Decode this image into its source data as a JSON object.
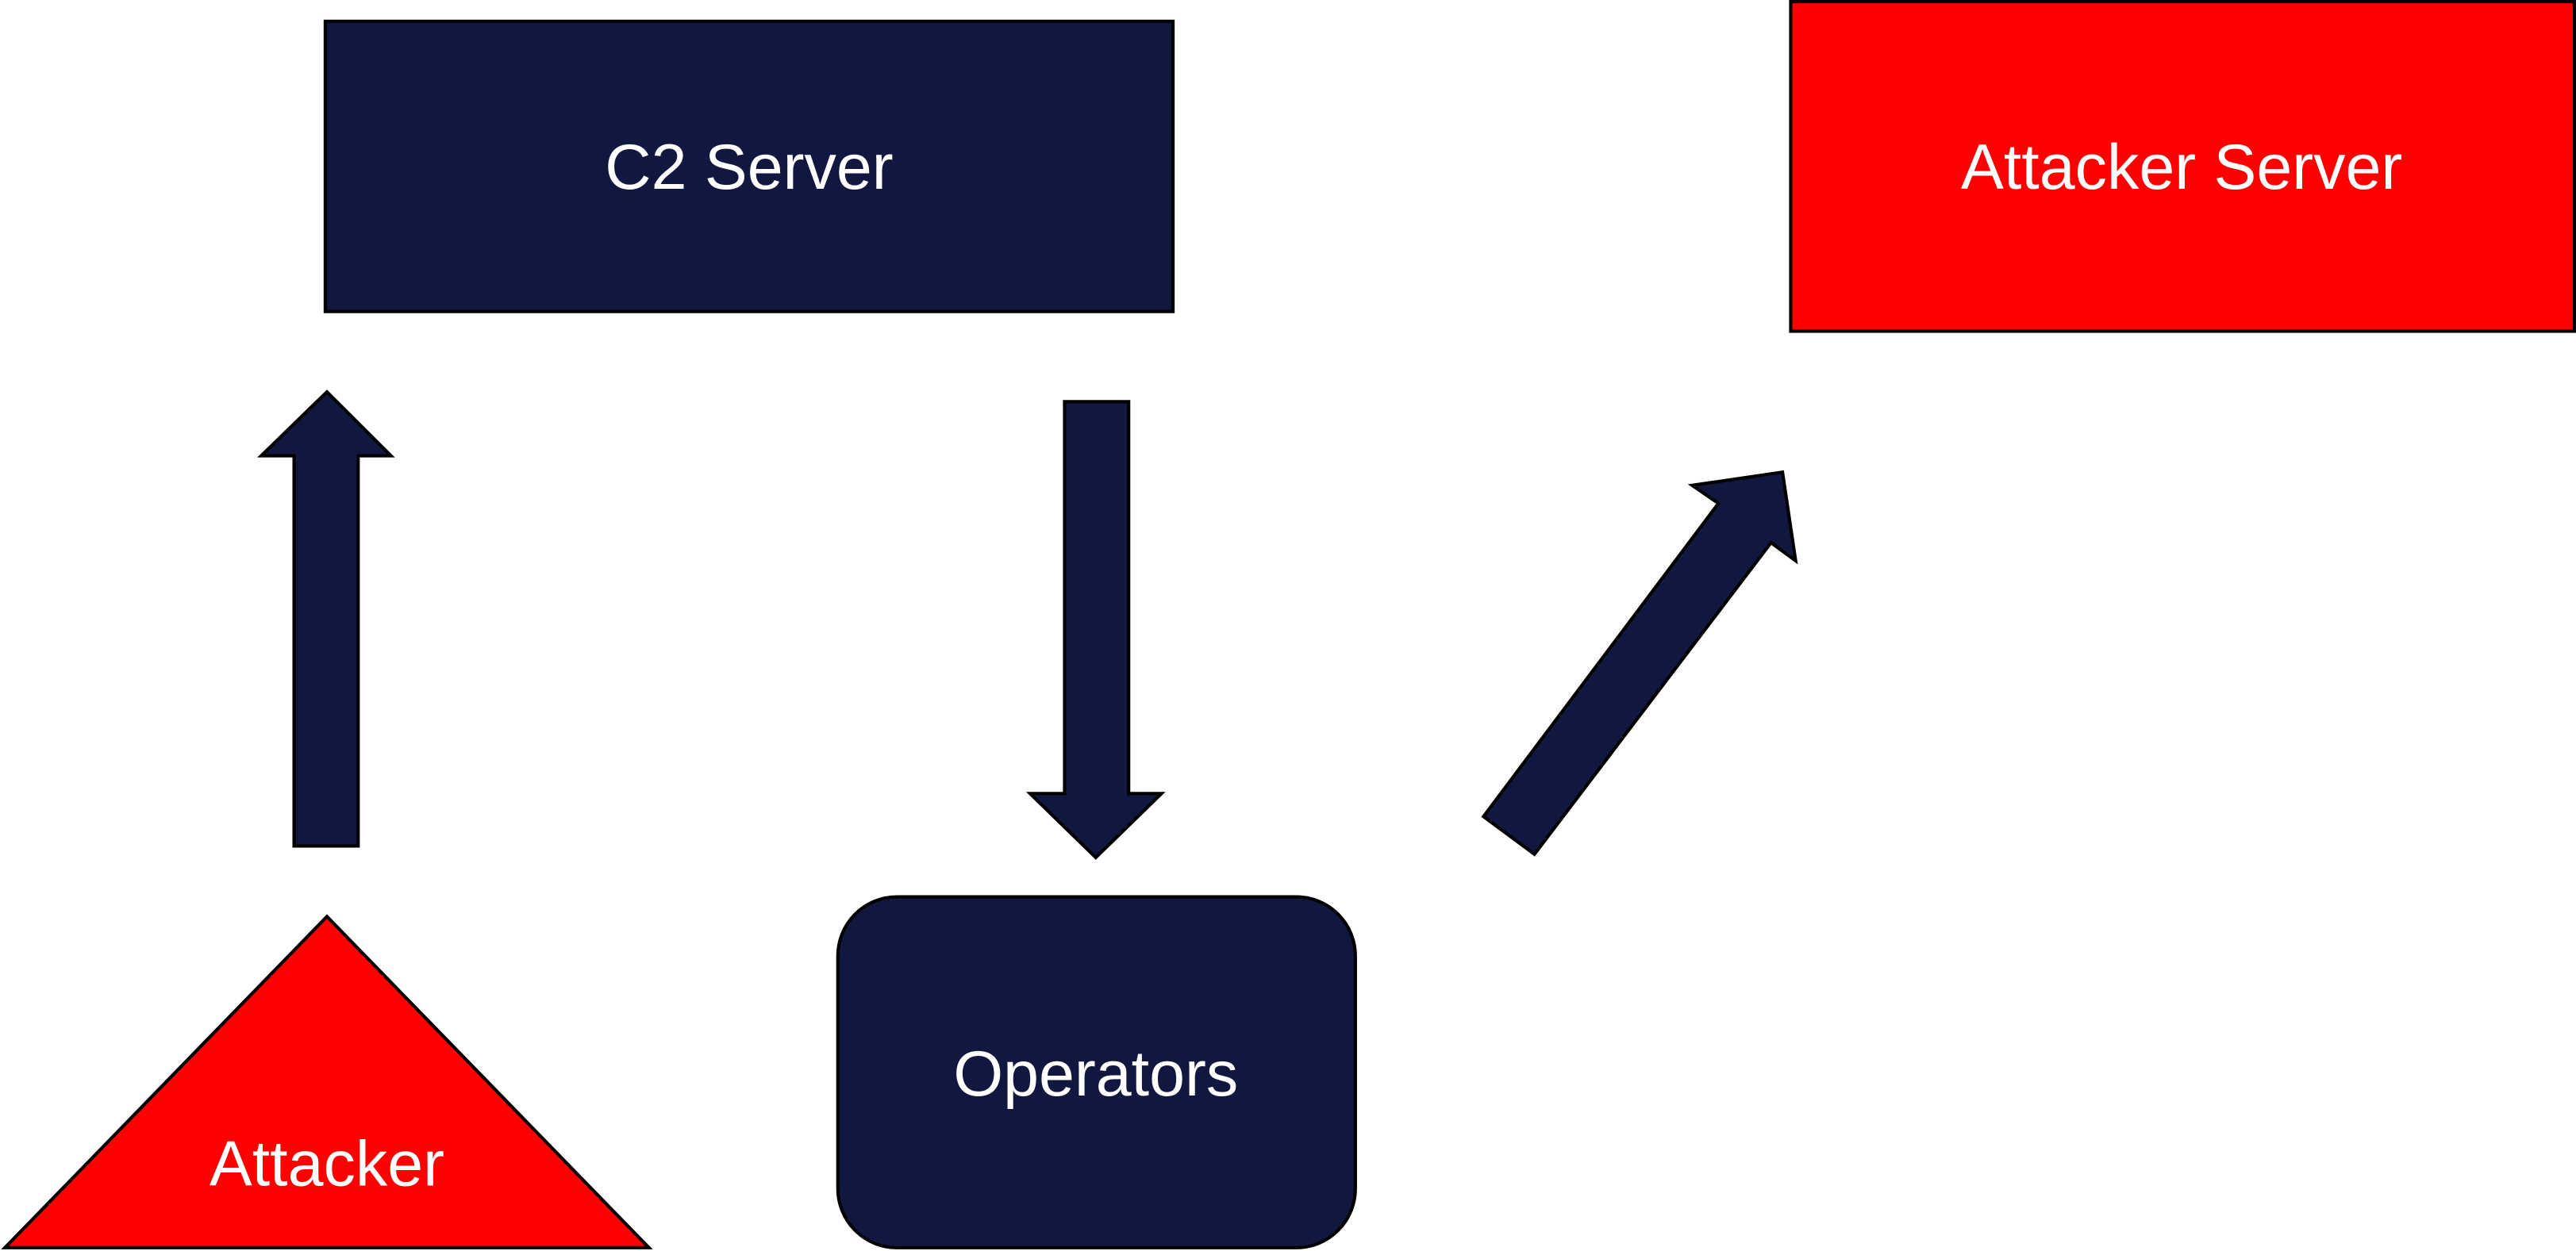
{
  "colors": {
    "navy": "#101840",
    "red": "#ff0000",
    "outline": "#000000",
    "label": "#ffffff",
    "background": "#ffffff"
  },
  "nodes": {
    "c2_server": {
      "label": "C2 Server",
      "shape": "rectangle"
    },
    "attacker_server": {
      "label": "Attacker Server",
      "shape": "rectangle"
    },
    "operators": {
      "label": "Operators",
      "shape": "rounded-rectangle"
    },
    "attacker": {
      "label": "Attacker",
      "shape": "triangle"
    }
  },
  "edges": [
    {
      "from": "attacker",
      "to": "c2_server",
      "style": "block-arrow"
    },
    {
      "from": "c2_server",
      "to": "operators",
      "style": "block-arrow"
    },
    {
      "from": "operators",
      "to": "attacker_server",
      "style": "block-arrow"
    }
  ]
}
